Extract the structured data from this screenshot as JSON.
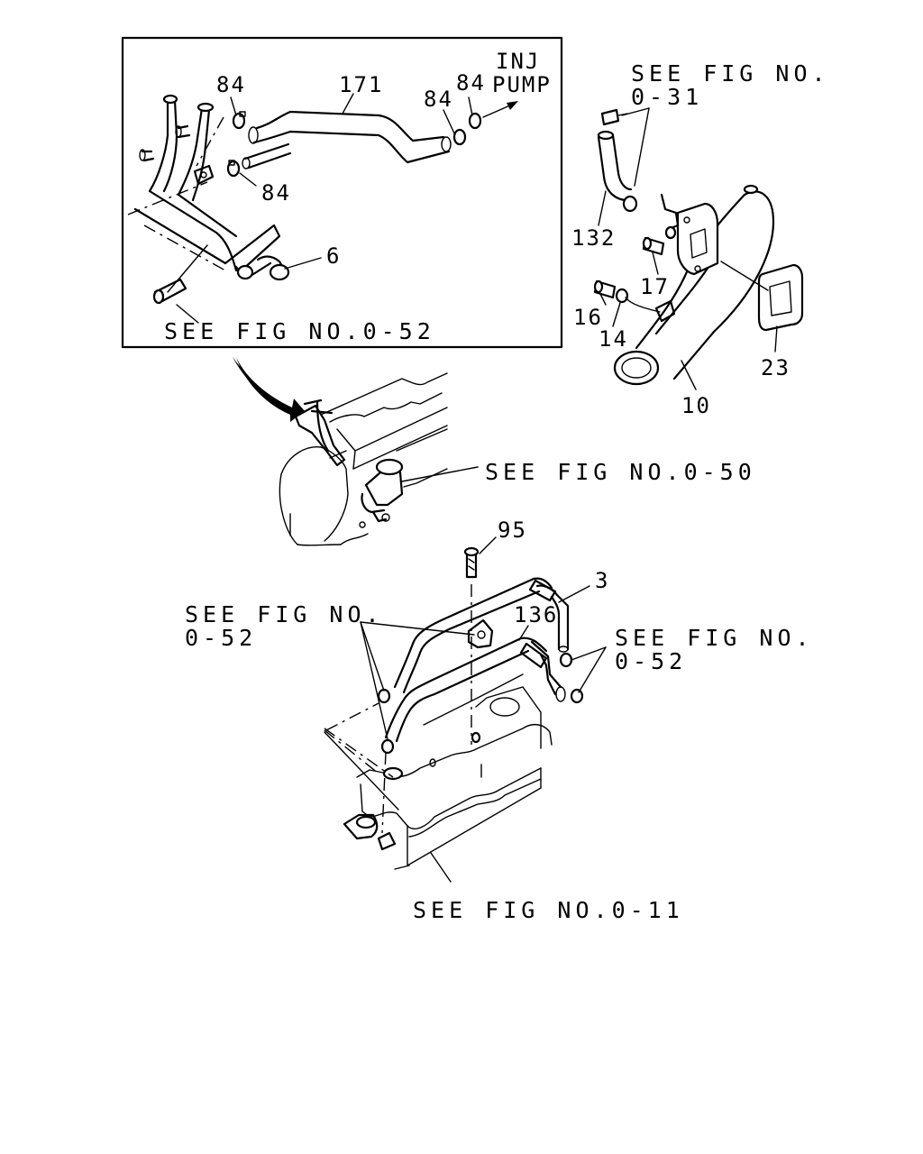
{
  "diagram": {
    "inset_box": {
      "destination_label_line1": "INJ",
      "destination_label_line2": "PUMP"
    },
    "part_numbers": {
      "p84a": "84",
      "p171": "171",
      "p84b": "84",
      "p84c": "84",
      "p84d": "84",
      "p6": "6",
      "p132": "132",
      "p17": "17",
      "p16": "16",
      "p14": "14",
      "p23": "23",
      "p10": "10",
      "p95": "95",
      "p3": "3",
      "p136": "136"
    },
    "references": {
      "ref_052_inset": "SEE FIG NO.0-52",
      "ref_031_line1": "SEE FIG NO.",
      "ref_031_line2": "0-31",
      "ref_050": "SEE FIG NO.0-50",
      "ref_052_left_line1": "SEE FIG NO.",
      "ref_052_left_line2": "0-52",
      "ref_052_right_line1": "SEE FIG NO.",
      "ref_052_right_line2": "0-52",
      "ref_011": "SEE FIG NO.0-11"
    }
  }
}
